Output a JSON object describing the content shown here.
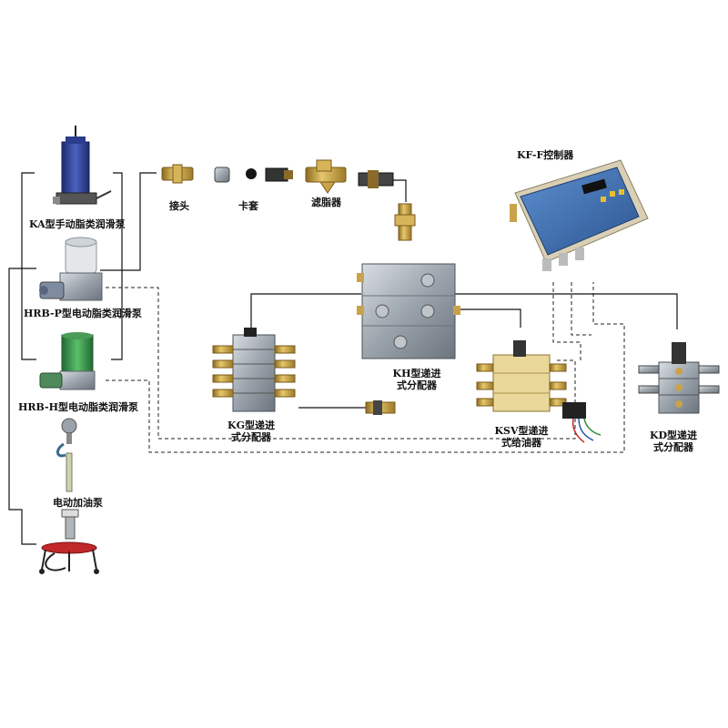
{
  "labels": {
    "ka_pump": "KA型手动脂类润滑泵",
    "hrbp_pump": "HRB-P型电动脂类润滑泵",
    "hrbh_pump": "HRB-H型电动脂类润滑泵",
    "fill_pump": "电动加油泵",
    "joint": "接头",
    "ferrule": "卡套",
    "filter": "滤脂器",
    "controller": "KF-F控制器",
    "kh_line1": "KH型递进",
    "kh_line2": "式分配器",
    "kg_line1": "KG型递进",
    "kg_line2": "式分配器",
    "ksv_line1": "KSV型递进",
    "ksv_line2": "式给油器",
    "kd_line1": "KD型递进",
    "kd_line2": "式分配器"
  },
  "colors": {
    "line": "#111111",
    "dashed": "#222222",
    "pump_blue": "#2a3c8c",
    "pump_green": "#3a8a4a",
    "steel": "#9aa3ab",
    "brass": "#c9a24a",
    "controller_blue": "#3f6fb0",
    "red_stand": "#c0282a"
  }
}
